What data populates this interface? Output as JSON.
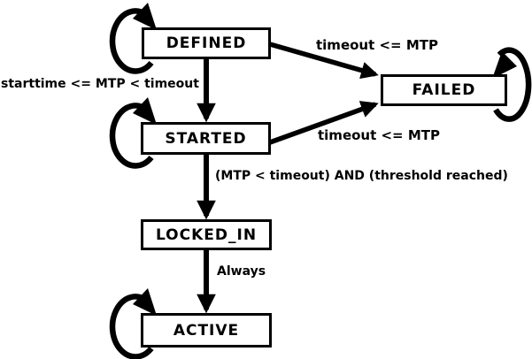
{
  "diagram": {
    "type": "state-machine",
    "colors": {
      "foreground": "#000000",
      "background": "#ffffff",
      "box_fill": "#ffffff"
    },
    "states": [
      {
        "id": "defined",
        "label": "DEFINED",
        "self_loop": true
      },
      {
        "id": "started",
        "label": "STARTED",
        "self_loop": true
      },
      {
        "id": "failed",
        "label": "FAILED",
        "self_loop": true
      },
      {
        "id": "locked_in",
        "label": "LOCKED_IN",
        "self_loop": false
      },
      {
        "id": "active",
        "label": "ACTIVE",
        "self_loop": true
      }
    ],
    "transitions": [
      {
        "from": "DEFINED",
        "to": "FAILED",
        "label": "timeout <= MTP"
      },
      {
        "from": "DEFINED",
        "to": "STARTED",
        "label": "starttime <= MTP < timeout"
      },
      {
        "from": "STARTED",
        "to": "FAILED",
        "label": "timeout <= MTP"
      },
      {
        "from": "STARTED",
        "to": "LOCKED_IN",
        "label": "(MTP < timeout) AND (threshold reached)"
      },
      {
        "from": "LOCKED_IN",
        "to": "ACTIVE",
        "label": "Always"
      },
      {
        "from": "DEFINED",
        "to": "DEFINED",
        "label": ""
      },
      {
        "from": "STARTED",
        "to": "STARTED",
        "label": ""
      },
      {
        "from": "FAILED",
        "to": "FAILED",
        "label": ""
      },
      {
        "from": "ACTIVE",
        "to": "ACTIVE",
        "label": ""
      }
    ]
  }
}
